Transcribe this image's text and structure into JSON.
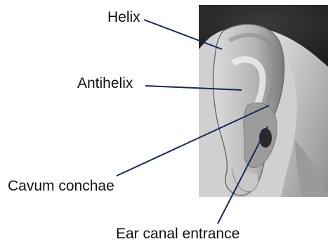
{
  "labels": {
    "helix": "Helix",
    "antihelix": "Antihelix",
    "cavum_conchae": "Cavum conchae",
    "ear_canal_entrance": "Ear canal entrance"
  },
  "colors": {
    "leader_line": "#14285a",
    "text": "#111111"
  },
  "image": {
    "subject": "grayscale photograph of a human outer ear"
  }
}
